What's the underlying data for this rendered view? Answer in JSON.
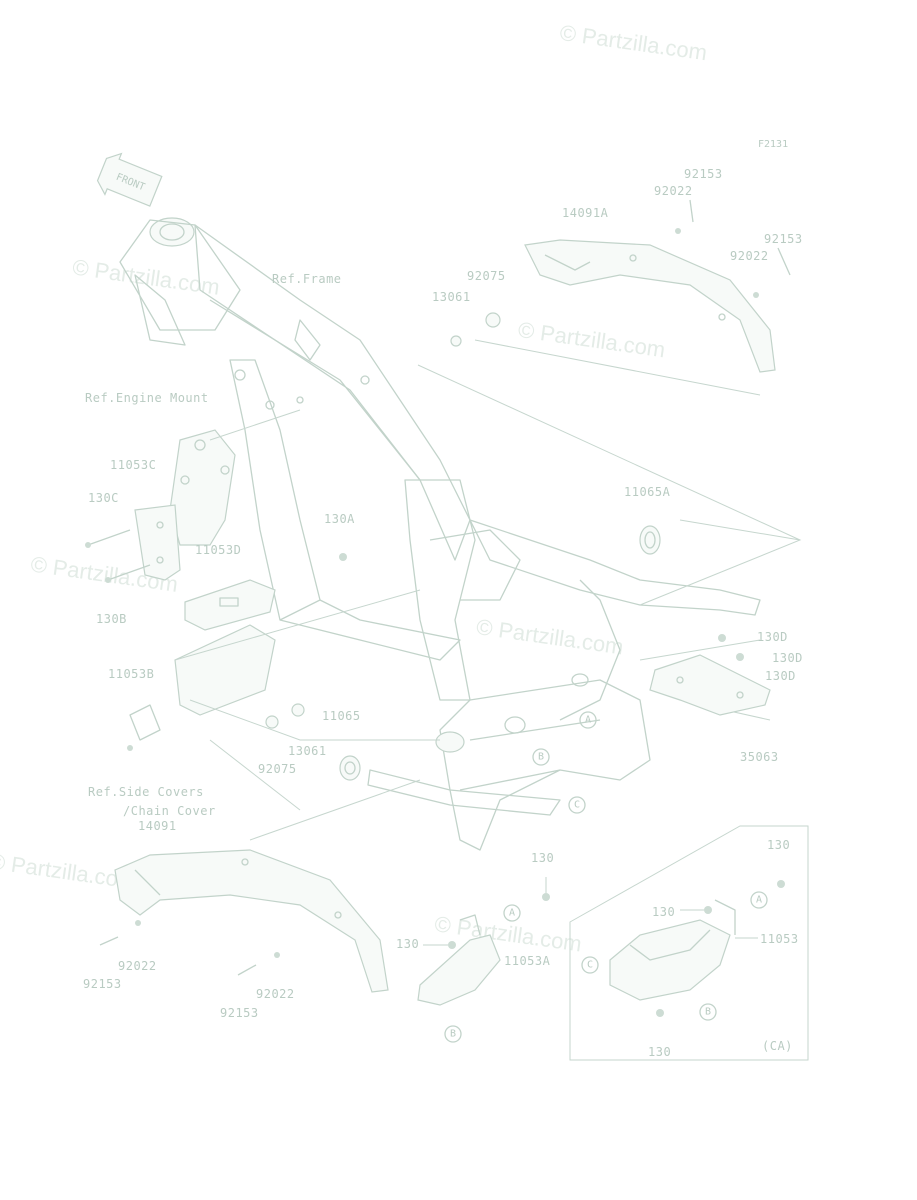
{
  "diagram_id": "F2131",
  "front_arrow": "FRONT",
  "watermark": "© Partzilla.com",
  "refs": {
    "frame": "Ref.Frame",
    "engine_mount": "Ref.Engine Mount",
    "side_covers_1": "Ref.Side Covers",
    "side_covers_2": "/Chain Cover"
  },
  "parts": {
    "p92153_top": "92153",
    "p92022_top": "92022",
    "p14091A": "14091A",
    "p92153_right": "92153",
    "p92022_right": "92022",
    "p92075_top": "92075",
    "p13061_top": "13061",
    "p11053C": "11053C",
    "p130C": "130C",
    "p130A": "130A",
    "p11053D": "11053D",
    "p130B": "130B",
    "p11065A": "11065A",
    "p130D_1": "130D",
    "p130D_2": "130D",
    "p130D_3": "130D",
    "p35063": "35063",
    "p11053B": "11053B",
    "p11065": "11065",
    "p13061_bot": "13061",
    "p92075_bot": "92075",
    "p14091": "14091",
    "p92022_bl": "92022",
    "p92153_bl": "92153",
    "p92022_bm": "92022",
    "p92153_bm": "92153",
    "p130_mid": "130",
    "p130_left": "130",
    "p11053A": "11053A",
    "p130_ca_top": "130",
    "p130_ca_mid": "130",
    "p11053": "11053",
    "p130_ca_bot": "130",
    "ca_label": "(CA)"
  },
  "callouts": {
    "A": "A",
    "B": "B",
    "C": "C"
  }
}
